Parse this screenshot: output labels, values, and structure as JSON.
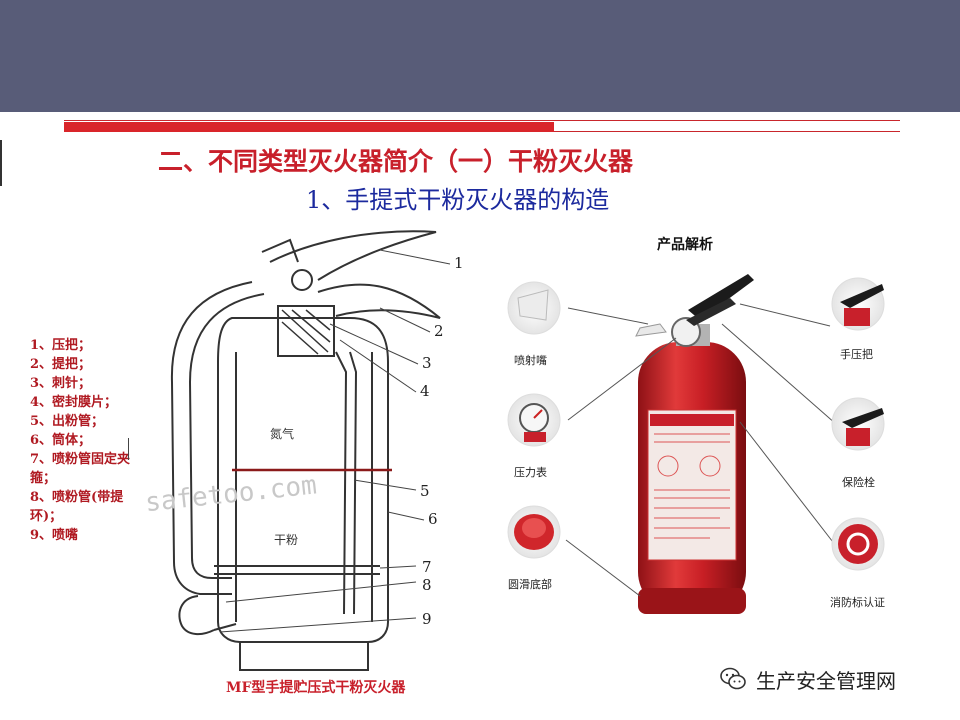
{
  "slide": {
    "title": "二、不同类型灭火器简介（一）干粉灭火器",
    "subtitle_num": "1",
    "subtitle_text": "、手提式干粉灭火器的构造"
  },
  "legend": {
    "items": [
      "1、压把；",
      "2、提把；",
      "3、刺针；",
      "4、密封膜片；",
      "5、出粉管；",
      "6、筒体；",
      "7、喷粉管固定夹箍；",
      "8、喷粉管(带提环)；",
      "9、喷嘴"
    ]
  },
  "diagram": {
    "caption": "MF型手提贮压式干粉灭火器",
    "label_gas": "氮气",
    "label_powder": "干粉",
    "watermark": "safetoo.com",
    "callouts": [
      "1",
      "2",
      "3",
      "4",
      "5",
      "6",
      "7",
      "8",
      "9"
    ]
  },
  "product": {
    "title": "产品解析",
    "labels": {
      "nozzle": "喷射嘴",
      "gauge": "压力表",
      "base": "圆滑底部",
      "handle": "手压把",
      "pin": "保险栓",
      "cert": "消防标认证"
    }
  },
  "brand": {
    "name": "生产安全管理网"
  },
  "colors": {
    "band": "#585c78",
    "accent_red": "#d9252a",
    "subtitle_blue": "#1c2a9e"
  }
}
